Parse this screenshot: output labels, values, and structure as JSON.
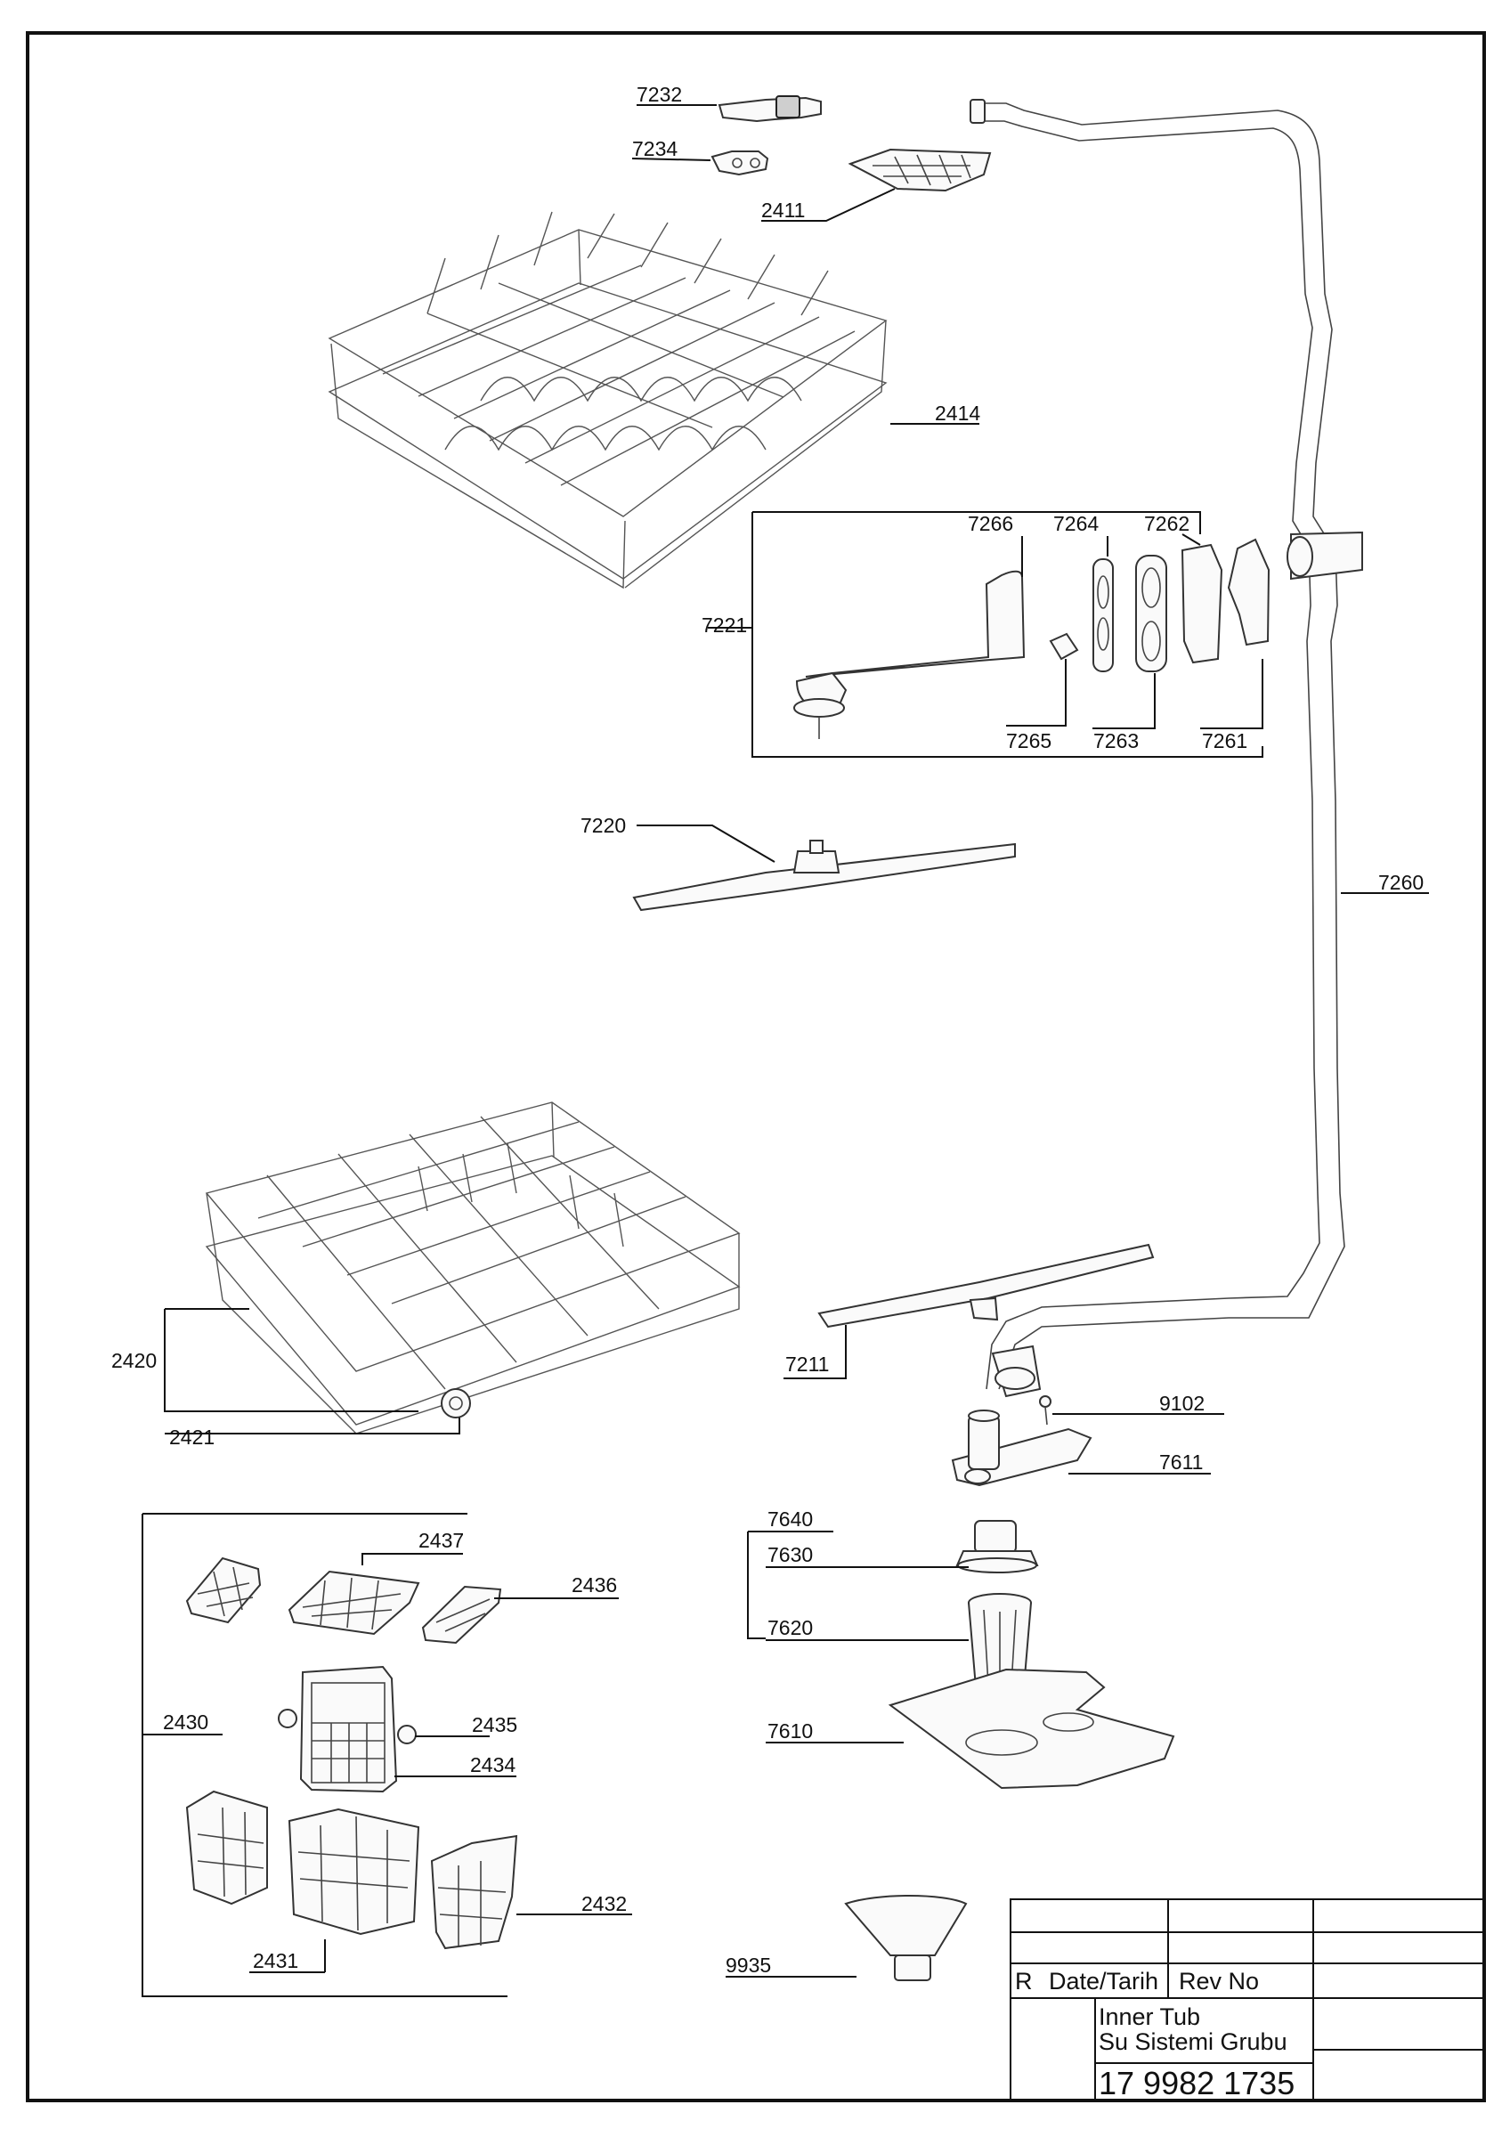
{
  "callouts": {
    "c7232": "7232",
    "c7234": "7234",
    "c2411": "2411",
    "c2414": "2414",
    "c7266": "7266",
    "c7264": "7264",
    "c7262": "7262",
    "c7221": "7221",
    "c7265": "7265",
    "c7263": "7263",
    "c7261": "7261",
    "c7220": "7220",
    "c7260": "7260",
    "c2420": "2420",
    "c2421": "2421",
    "c7211": "7211",
    "c9102": "9102",
    "c7611": "7611",
    "c7640": "7640",
    "c7630": "7630",
    "c7620": "7620",
    "c7610": "7610",
    "c2437": "2437",
    "c2436": "2436",
    "c2430": "2430",
    "c2435": "2435",
    "c2434": "2434",
    "c2432": "2432",
    "c2431": "2431",
    "c9935": "9935"
  },
  "title_block": {
    "rev_letter": "R",
    "date_label": "Date/Tarih",
    "rev_no_label": "Rev No",
    "title_line1": "Inner Tub",
    "title_line2": "Su Sistemi Grubu",
    "part_number": "17 9982 1735"
  },
  "colors": {
    "line": "#111111",
    "part_fill": "#fafafa",
    "background": "#ffffff"
  }
}
